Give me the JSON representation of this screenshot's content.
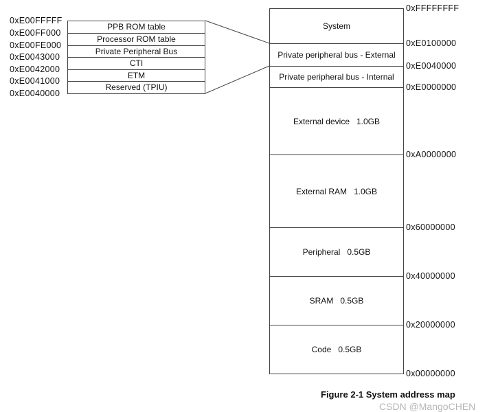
{
  "system_map": {
    "regions": [
      {
        "name": "System",
        "size": ""
      },
      {
        "name": "Private peripheral bus - External",
        "size": ""
      },
      {
        "name": "Private peripheral bus - Internal",
        "size": ""
      },
      {
        "name": "External device",
        "size": "1.0GB"
      },
      {
        "name": "External RAM",
        "size": "1.0GB"
      },
      {
        "name": "Peripheral",
        "size": "0.5GB"
      },
      {
        "name": "SRAM",
        "size": "0.5GB"
      },
      {
        "name": "Code",
        "size": "0.5GB"
      }
    ],
    "addresses": [
      "0xFFFFFFFF",
      "0xE0100000",
      "0xE0040000",
      "0xE0000000",
      "0xA0000000",
      "0x60000000",
      "0x40000000",
      "0x20000000",
      "0x00000000"
    ]
  },
  "ppb_detail": {
    "regions": [
      "PPB ROM table",
      "Processor ROM table",
      "Private Peripheral Bus",
      "CTI",
      "ETM",
      "Reserved (TPIU)"
    ],
    "addresses": [
      "0xE00FFFFF",
      "0xE00FF000",
      "0xE00FE000",
      "0xE0043000",
      "0xE0042000",
      "0xE0041000",
      "0xE0040000"
    ]
  },
  "caption": "Figure 2-1 System address map",
  "watermark": "CSDN @MangoCHEN"
}
